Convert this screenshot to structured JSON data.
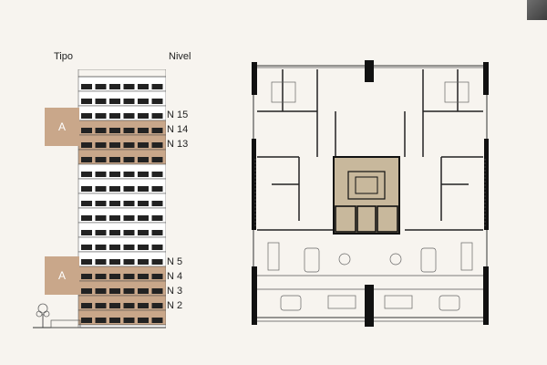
{
  "labels": {
    "tipo": "Tipo",
    "nivel": "Nivel"
  },
  "unit_type": "A",
  "levels_upper": [
    "N 15",
    "N 14",
    "N 13"
  ],
  "levels_lower": [
    "N 5",
    "N 4",
    "N 3",
    "N 2"
  ],
  "colors": {
    "highlight": "#c9a78a",
    "core": "#c8b89c",
    "wall": "#111111",
    "line": "#555555",
    "background": "#f7f4ef"
  },
  "building": {
    "floors": 17,
    "highlighted_upper": 3,
    "highlighted_lower": 4
  }
}
